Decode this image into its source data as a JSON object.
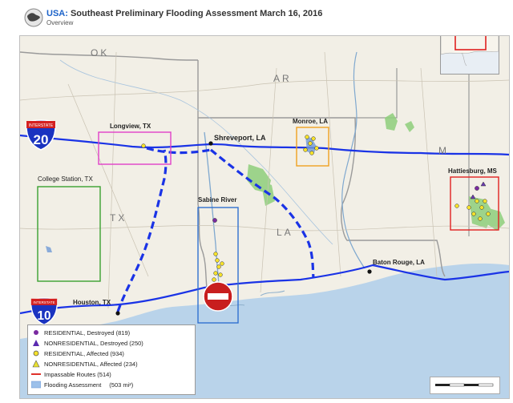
{
  "header": {
    "title_prefix": "USA:",
    "title_rest": "Southeast Preliminary Flooding Assessment March 16, 2016",
    "subtitle": "Overview",
    "logo": "globe-logo"
  },
  "map": {
    "states": [
      {
        "id": "ok",
        "label": "OK"
      },
      {
        "id": "ar",
        "label": "AR"
      },
      {
        "id": "tx",
        "label": "TX"
      },
      {
        "id": "la",
        "label": "LA"
      },
      {
        "id": "ms",
        "label": "M"
      }
    ],
    "places": [
      {
        "id": "longview",
        "label": "Longview, TX"
      },
      {
        "id": "shreveport",
        "label": "Shreveport, LA"
      },
      {
        "id": "monroe",
        "label": "Monroe, LA"
      },
      {
        "id": "hattiesburg",
        "label": "Hattiesburg, MS"
      },
      {
        "id": "college-station",
        "label": "College Station, TX"
      },
      {
        "id": "sabine",
        "label": "Sabine River"
      },
      {
        "id": "baton-rouge",
        "label": "Baton Rouge, LA"
      },
      {
        "id": "houston",
        "label": "Houston, TX"
      }
    ],
    "shields": [
      {
        "id": "i20",
        "label": "INTERSTATE",
        "number": "20"
      },
      {
        "id": "i10",
        "label": "INTERSTATE",
        "number": "10"
      }
    ],
    "colors": {
      "route": "#1a33e6",
      "impassable": "#e0322b",
      "box_longview": "#e040c8",
      "box_monroe": "#f0a020",
      "box_hattiesburg": "#e02020",
      "box_college": "#3aa030",
      "box_sabine": "#3070d0",
      "land": "#f2efe6",
      "water": "#b9d3ea",
      "forest": "#8fcf7c"
    }
  },
  "legend": {
    "items": [
      {
        "id": "res-destroyed",
        "label": "RESIDENTIAL, Destroyed (819)",
        "symbol": "purple-dot-icon"
      },
      {
        "id": "nonres-destroyed",
        "label": "NONRESIDENTIAL, Destroyed (250)",
        "symbol": "purple-triangle-icon"
      },
      {
        "id": "res-affected",
        "label": "RESIDENTIAL, Affected (934)",
        "symbol": "yellow-ring-icon"
      },
      {
        "id": "nonres-affected",
        "label": "NONRESIDENTIAL, Affected (234)",
        "symbol": "yellow-triangle-icon"
      },
      {
        "id": "impassable",
        "label": "Impassable Routes (514)",
        "symbol": "red-line-icon"
      },
      {
        "id": "flooding",
        "label": "Flooding Assessment",
        "value": "(503 mi²)",
        "symbol": "blue-area-icon"
      }
    ]
  }
}
